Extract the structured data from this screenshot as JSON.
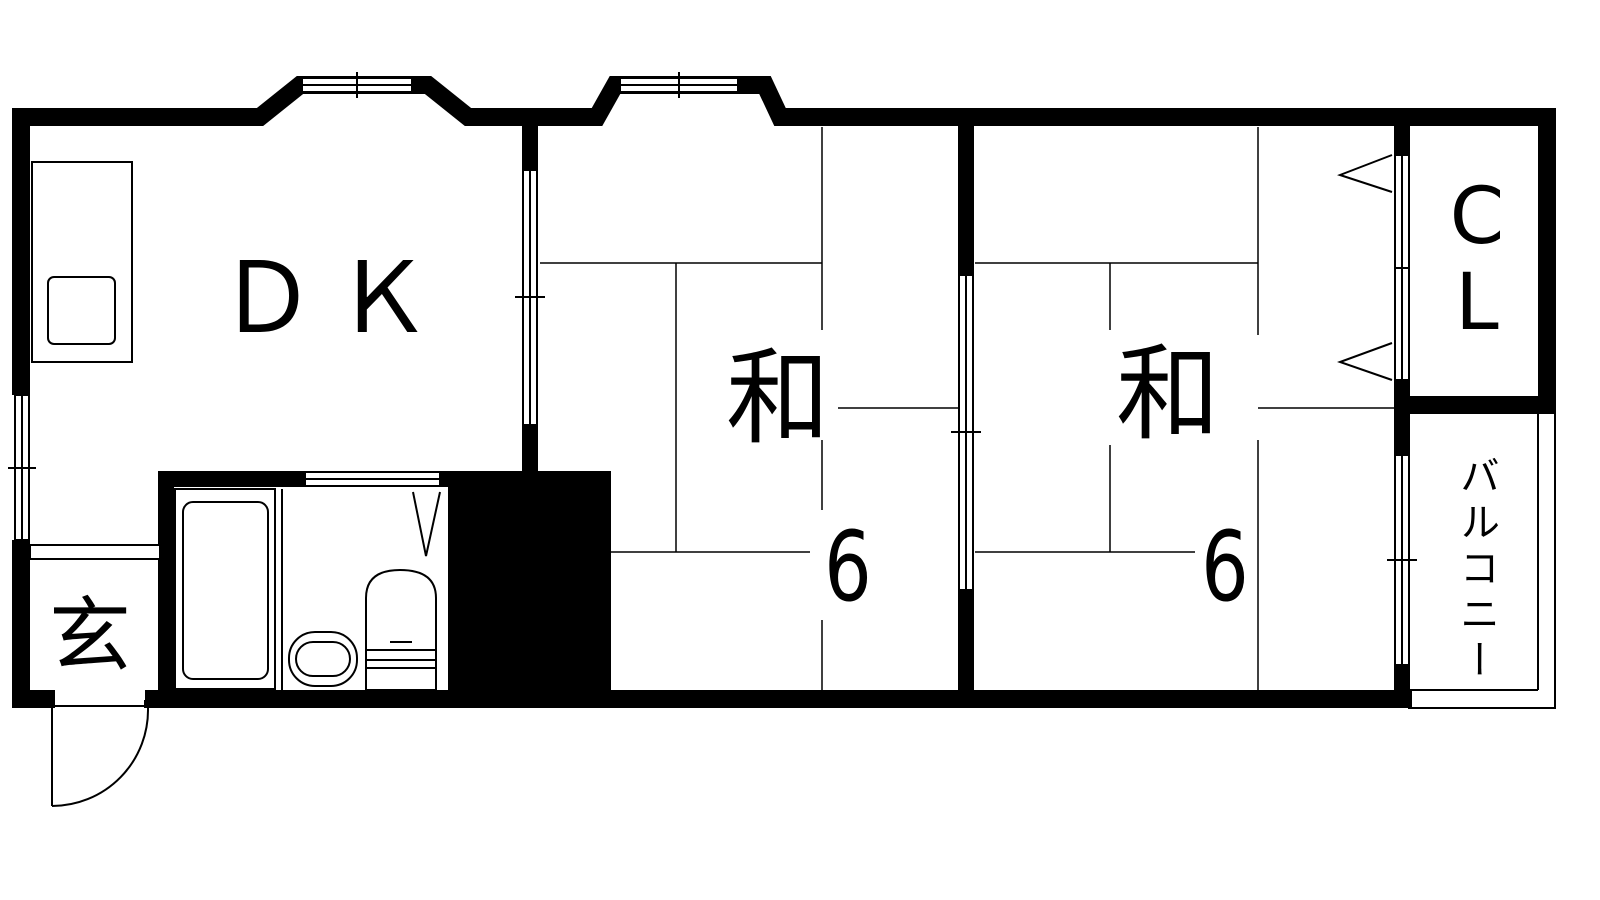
{
  "plan": {
    "ink": "#000000",
    "paper": "#ffffff"
  },
  "rooms": {
    "dk": {
      "label": "ＤＫ"
    },
    "washitsu_1": {
      "label": "和",
      "size": "6"
    },
    "washitsu_2": {
      "label": "和",
      "size": "6"
    },
    "closet": {
      "label_c": "C",
      "label_l": "L"
    },
    "genkan": {
      "label": "玄"
    },
    "balcony": {
      "label": "バルコニー"
    }
  }
}
